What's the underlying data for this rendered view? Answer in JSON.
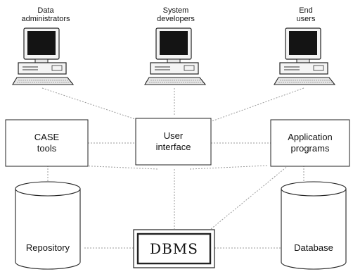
{
  "workstations": [
    {
      "label_line1": "Data",
      "label_line2": "administrators"
    },
    {
      "label_line1": "System",
      "label_line2": "developers"
    },
    {
      "label_line1": "End",
      "label_line2": "users"
    }
  ],
  "middle_boxes": [
    {
      "line1": "CASE",
      "line2": "tools"
    },
    {
      "line1": "User",
      "line2": "interface"
    },
    {
      "line1": "Application",
      "line2": "programs"
    }
  ],
  "bottom": {
    "repository": "Repository",
    "dbms": "DBMS",
    "database": "Database"
  },
  "icon": "computer-workstation-icon"
}
